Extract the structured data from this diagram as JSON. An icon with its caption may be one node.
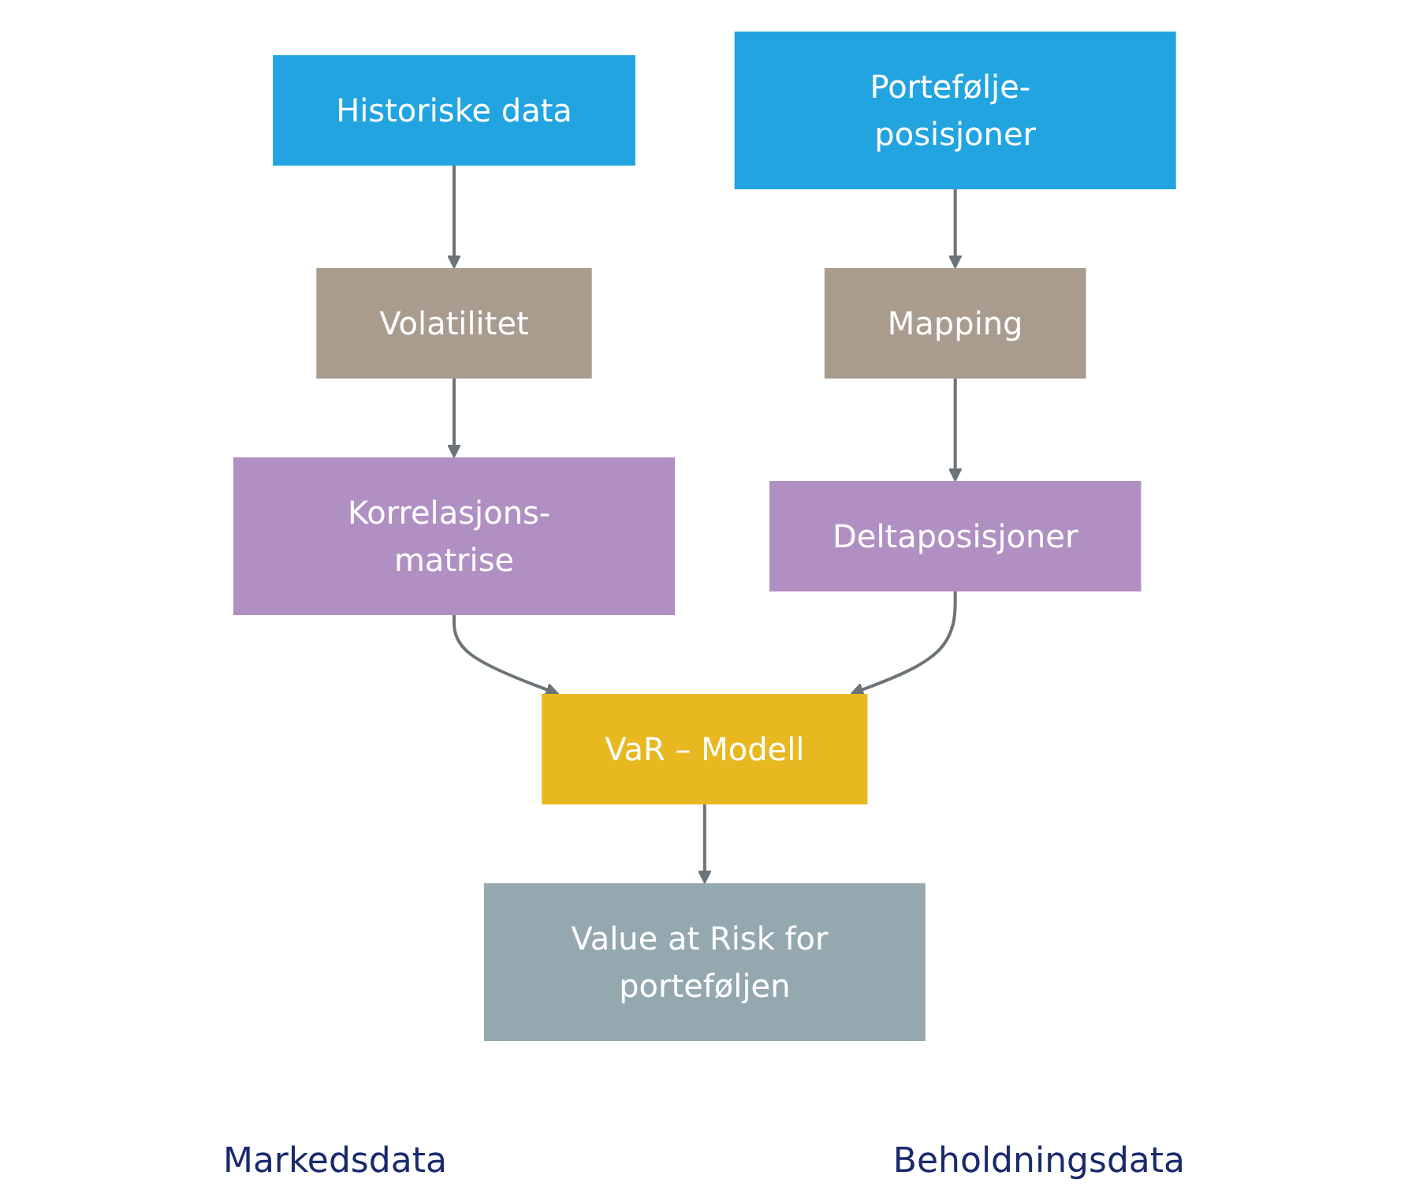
{
  "diagram": {
    "nodes": [
      {
        "text": [
          "Historiske data"
        ]
      },
      {
        "text": [
          "Volatilitet"
        ]
      },
      {
        "text": [
          "Korrelasjons- matrise"
        ]
      },
      {
        "text": [
          "VaR – Modell"
        ]
      },
      {
        "text": [
          "Portefølje- posisjoner"
        ]
      },
      {
        "text": [
          "Mapping"
        ]
      },
      {
        "text": [
          "Deltaposisjoner"
        ]
      },
      {
        "text": [
          "Value at Risk for porteføljen"
        ]
      }
    ],
    "edges": [
      {
        "from": 0,
        "to": 1,
        "arrow": "to"
      },
      {
        "from": 1,
        "to": 2,
        "arrow": "to"
      },
      {
        "from": 2,
        "to": 3,
        "arrow": "to"
      },
      {
        "from": 4,
        "to": 5,
        "arrow": "to"
      },
      {
        "from": 5,
        "to": 6,
        "arrow": "to"
      },
      {
        "from": 6,
        "to": 3,
        "arrow": "to"
      },
      {
        "from": 3,
        "to": 7,
        "arrow": "to"
      }
    ],
    "labels": [
      "Markedsdata",
      "Beholdningsdata"
    ]
  }
}
